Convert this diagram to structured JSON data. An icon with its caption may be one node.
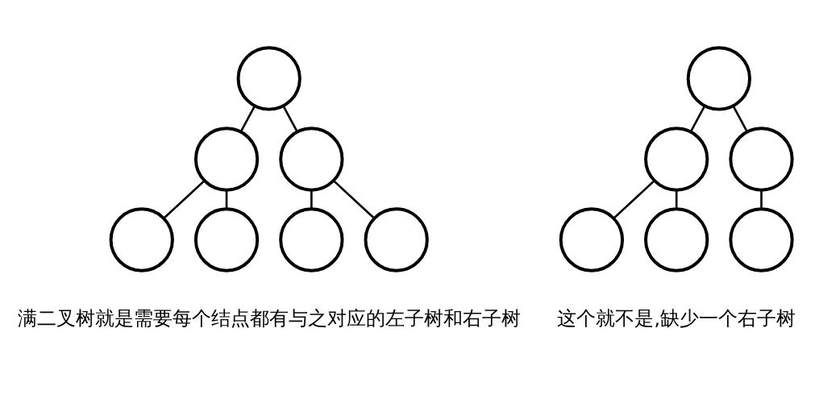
{
  "diagram": {
    "nodes": [
      {
        "text": [],
        "shape": "circle"
      },
      {
        "text": [],
        "shape": "circle"
      },
      {
        "text": [],
        "shape": "circle"
      },
      {
        "text": [],
        "shape": "circle"
      },
      {
        "text": [],
        "shape": "circle"
      },
      {
        "text": [],
        "shape": "circle"
      },
      {
        "text": [],
        "shape": "circle"
      },
      {
        "text": [],
        "shape": "circle"
      },
      {
        "text": [],
        "shape": "circle"
      },
      {
        "text": [],
        "shape": "circle"
      },
      {
        "text": [],
        "shape": "circle"
      },
      {
        "text": [],
        "shape": "circle"
      },
      {
        "text": [],
        "shape": "circle"
      }
    ],
    "edges": [
      {
        "from": 0,
        "to": 1,
        "arrow": "none"
      },
      {
        "from": 0,
        "to": 2,
        "arrow": "none"
      },
      {
        "from": 1,
        "to": 3,
        "arrow": "none"
      },
      {
        "from": 1,
        "to": 4,
        "arrow": "none"
      },
      {
        "from": 2,
        "to": 5,
        "arrow": "none"
      },
      {
        "from": 2,
        "to": 6,
        "arrow": "none"
      },
      {
        "from": 7,
        "to": 8,
        "arrow": "none"
      },
      {
        "from": 7,
        "to": 9,
        "arrow": "none"
      },
      {
        "from": 8,
        "to": 10,
        "arrow": "none"
      },
      {
        "from": 8,
        "to": 11,
        "arrow": "none"
      },
      {
        "from": 9,
        "to": 12,
        "arrow": "none"
      }
    ],
    "labels": [
      "满二叉树就是需要每个结点都有与之对应的左子树和右子树",
      "这个就不是,缺少一个右子树"
    ]
  }
}
